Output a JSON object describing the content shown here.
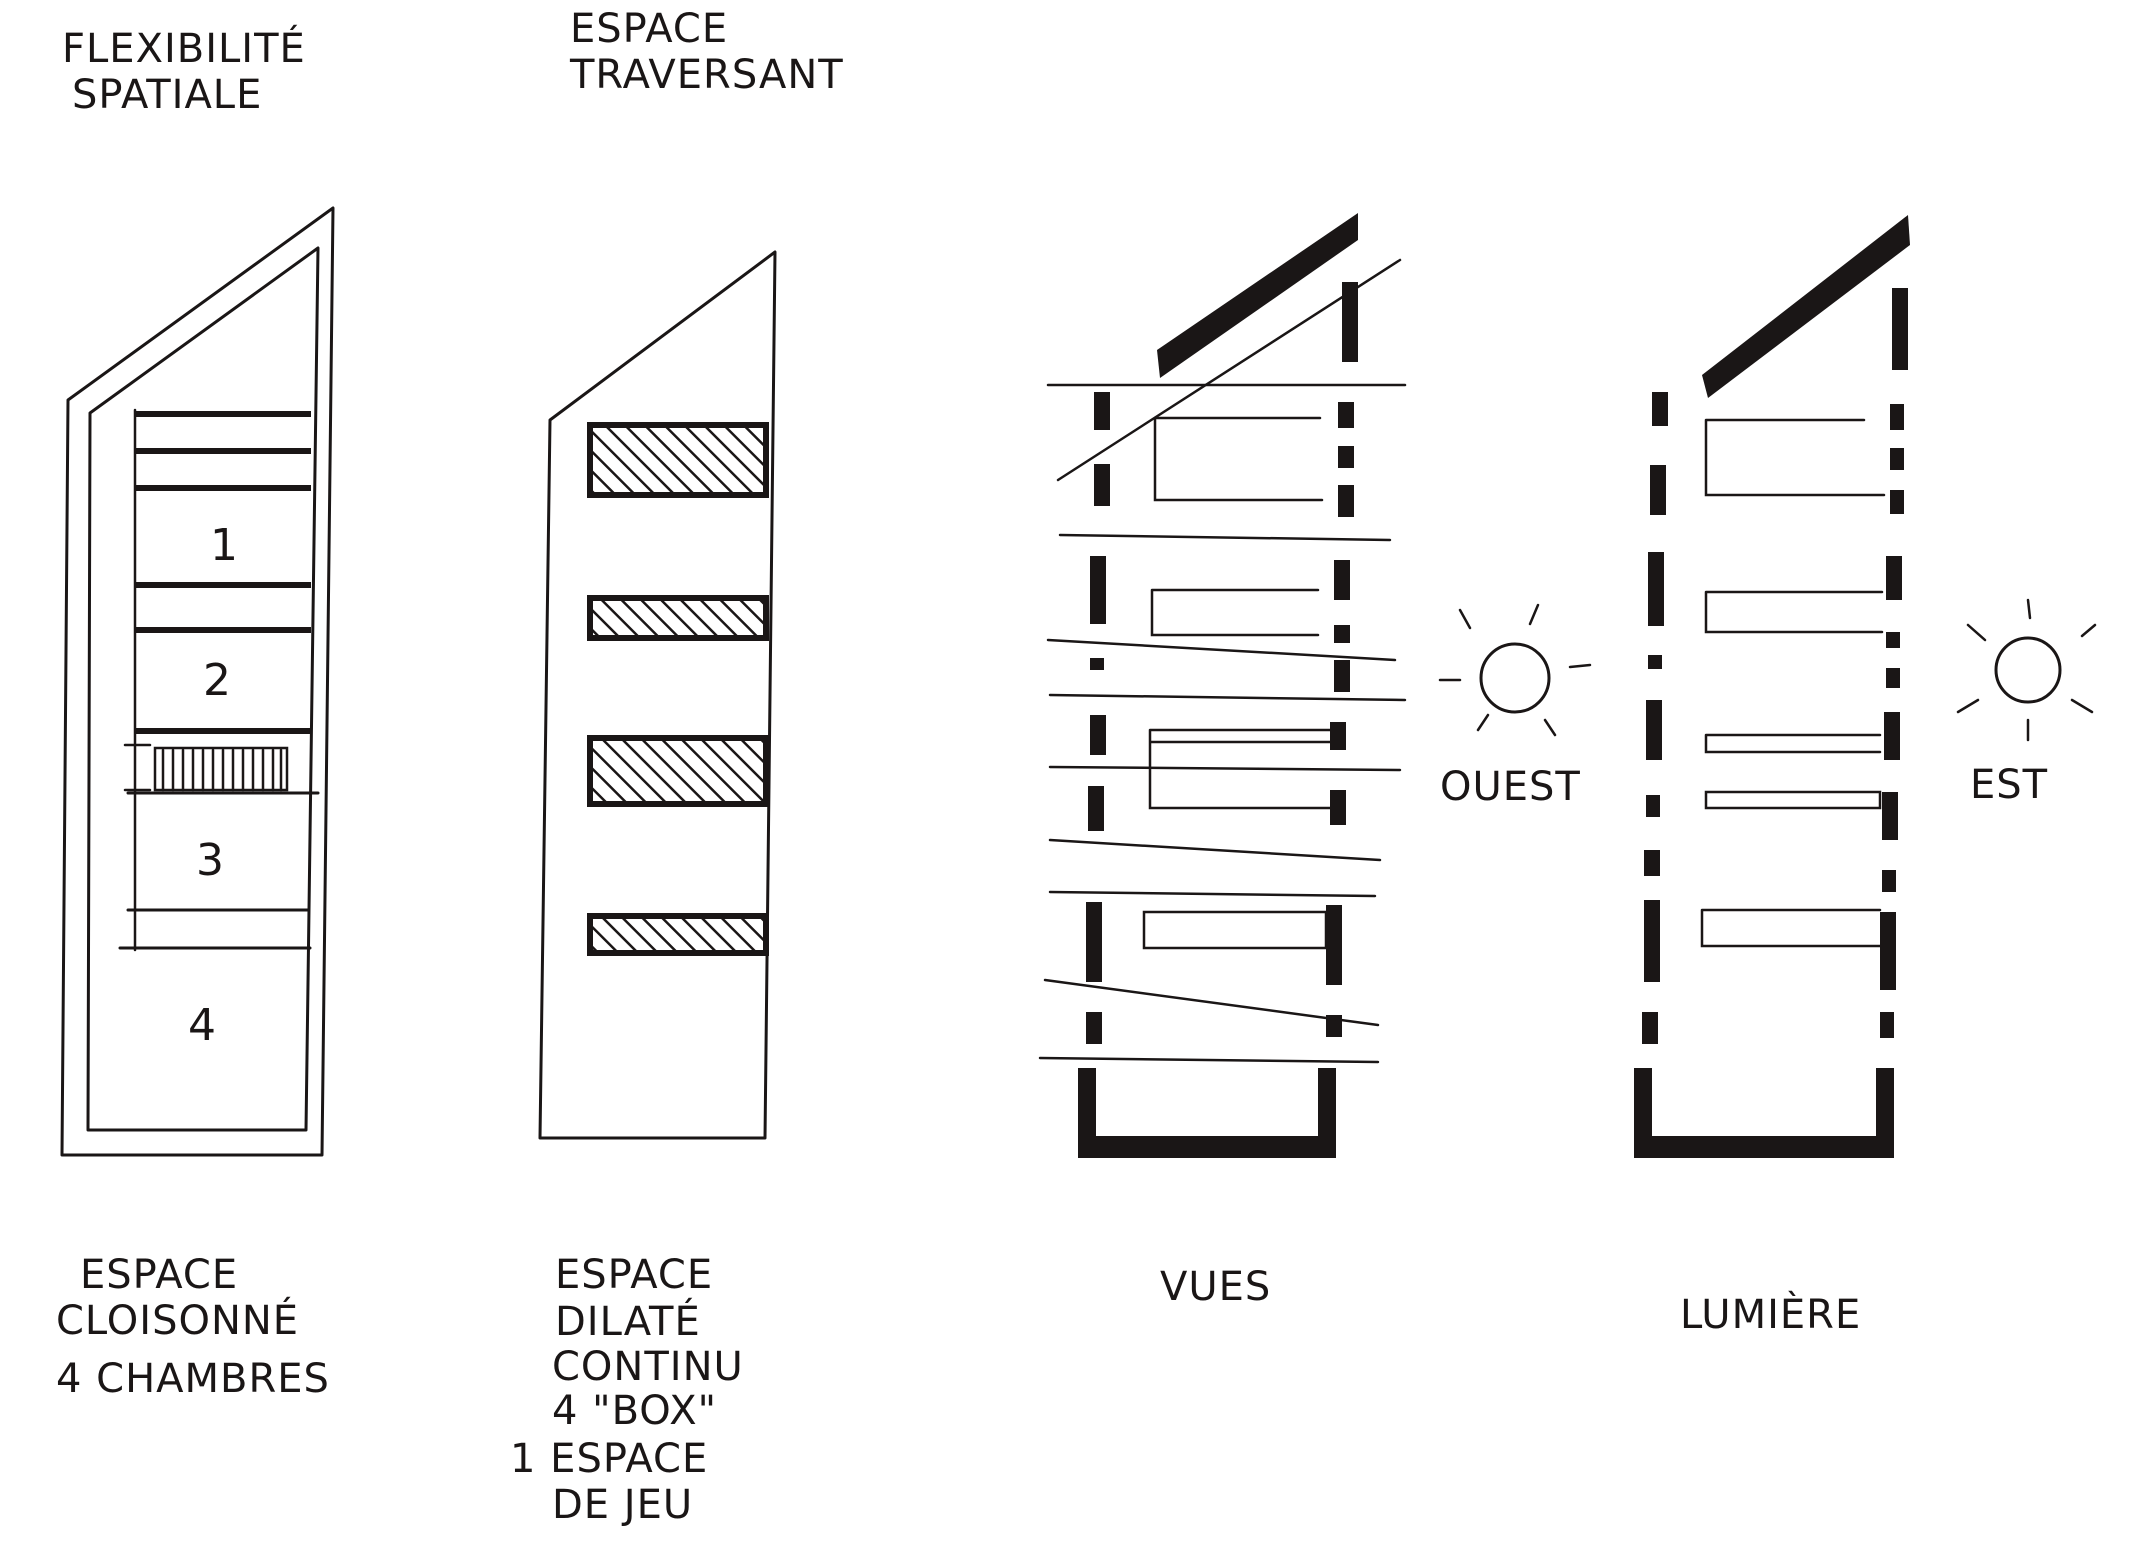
{
  "titles": {
    "flex_line1": "FLEXIBILITÉ",
    "flex_line2": "SPATIALE",
    "trav_line1": "ESPACE",
    "trav_line2": "TRAVERSANT"
  },
  "captions": {
    "cloisonne": [
      "ESPACE",
      "CLOISONNÉ",
      "4 CHAMBRES"
    ],
    "dilate": [
      "ESPACE",
      "DILATÉ",
      "CONTINU",
      "4 \"BOX\"",
      "1 ESPACE",
      "DE JEU"
    ],
    "vues": "VUES",
    "lumiere": "LUMIÈRE"
  },
  "rooms": [
    "1",
    "2",
    "3",
    "4"
  ],
  "orientation": {
    "west": "OUEST",
    "east": "EST"
  },
  "colors": {
    "ink": "#1a1616",
    "paper": "#ffffff"
  }
}
